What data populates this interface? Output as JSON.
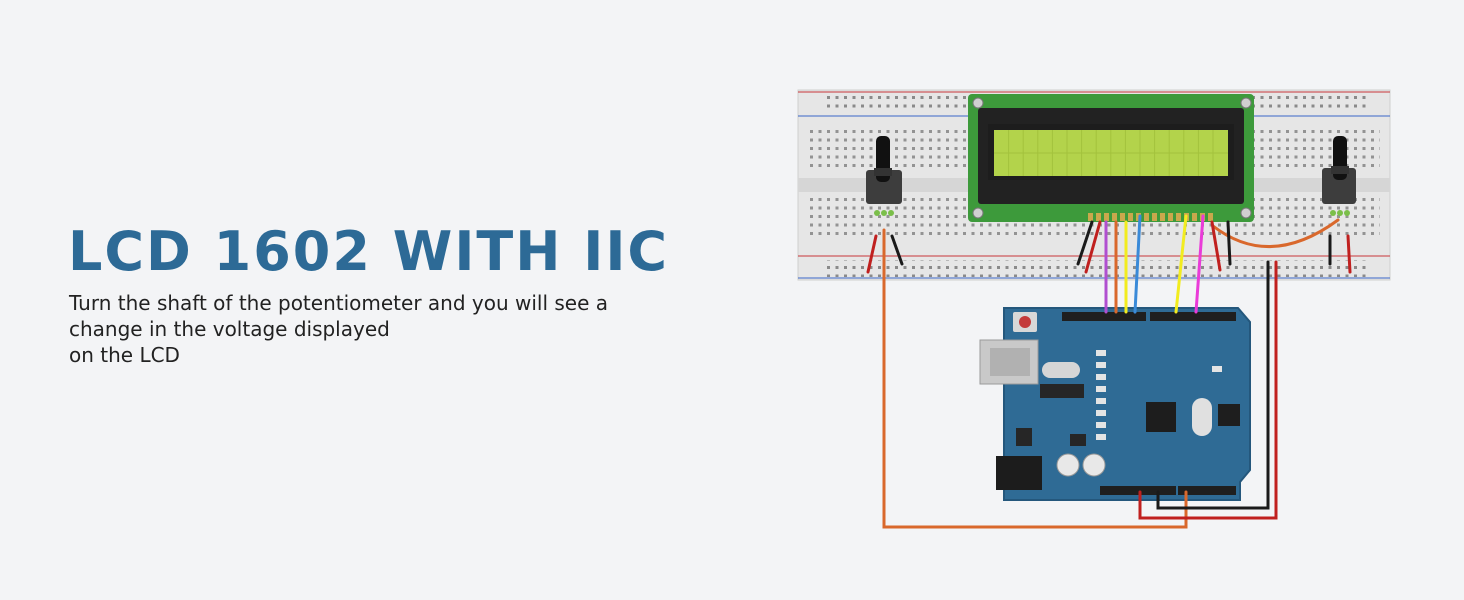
{
  "heading": "LCD 1602 WITH IIC",
  "description": [
    "Turn the shaft of the potentiometer and you will see a",
    "change in the voltage displayed",
    "on the LCD"
  ],
  "colors": {
    "heading": "#2d6a96",
    "lcd_screen": "#b3d34b",
    "lcd_pcb": "#3d9a3b",
    "arduino_board": "#2f6b95",
    "wire_orange": "#d9682c",
    "wire_red": "#c0201f",
    "wire_black": "#1a1a1a",
    "wire_purple": "#b04fd0",
    "wire_yellow": "#f2ec1f",
    "wire_blue": "#3a8ad8",
    "wire_magenta": "#ea3bd8"
  },
  "icons": [
    "breadboard-icon",
    "lcd-1602-icon",
    "potentiometer-icon",
    "arduino-uno-icon",
    "reset-button-icon"
  ]
}
